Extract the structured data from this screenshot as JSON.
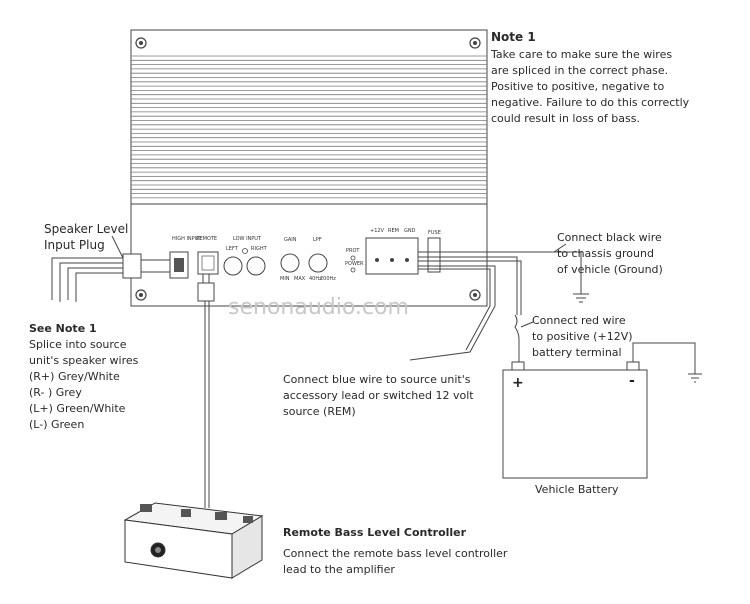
{
  "note1": {
    "title": "Note 1",
    "lines": [
      "Take care to make sure the wires",
      "are spliced in the correct phase.",
      "Positive to positive, negative to",
      "negative. Failure to do this correctly",
      "could result in loss of bass."
    ]
  },
  "speaker_plug": {
    "lines": [
      "Speaker Level",
      "Input Plug"
    ]
  },
  "see_note": {
    "title": "See Note 1",
    "lines": [
      "Splice into source",
      "unit's speaker wires",
      "(R+) Grey/White",
      "(R- ) Grey",
      "(L+) Green/White",
      "(L-) Green"
    ]
  },
  "black_wire": {
    "lines": [
      "Connect black wire",
      "to chassis ground",
      "of vehicle (Ground)"
    ]
  },
  "red_wire": {
    "lines": [
      "Connect red wire",
      "to positive (+12V)",
      "battery terminal"
    ]
  },
  "blue_wire": {
    "lines": [
      "Connect blue wire to source unit's",
      "accessory lead or switched 12 volt",
      "source (REM)"
    ]
  },
  "battery": {
    "label": "Vehicle Battery",
    "plus": "+",
    "minus": "-"
  },
  "remote": {
    "title": "Remote Bass Level Controller",
    "lines": [
      "Connect the remote bass level controller",
      "lead to the amplifier"
    ]
  },
  "watermark": "senonaudio.com",
  "panel": {
    "high_input": "HIGH INPUT",
    "remote": "REMOTE",
    "low_input": "LOW INPUT",
    "left": "LEFT",
    "right": "RIGHT",
    "gain": "GAIN",
    "lpf": "LPF",
    "gain_min": "MIN",
    "gain_max": "MAX",
    "lpf_lo": "40Hz",
    "lpf_hi": "200Hz",
    "prot": "PROT",
    "power": "POWER",
    "v12": "+12V",
    "rem": "REM",
    "gnd": "GND",
    "fuse": "FUSE"
  }
}
